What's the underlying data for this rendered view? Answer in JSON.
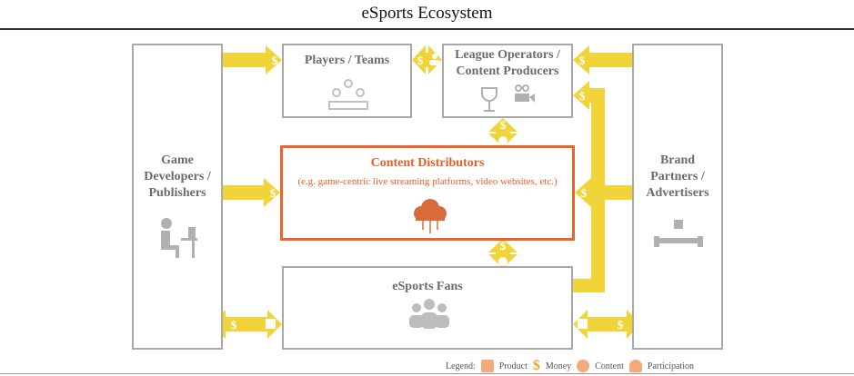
{
  "title": "eSports Ecosystem",
  "nodes": {
    "developers": "Game Developers / Publishers",
    "players": "Players / Teams",
    "league": "League Operators / Content Producers",
    "distributors": "Content Distributors",
    "distributors_sub": "(e.g. game-centric live streaming platforms, video websites, etc.)",
    "brands": "Brand Partners / Advertisers",
    "fans": "eSports Fans"
  },
  "legend": {
    "label": "Legend:",
    "items": [
      "Product",
      "Money",
      "Content",
      "Participation"
    ]
  },
  "colors": {
    "flow": "#f0d43a",
    "accent": "#e8662c",
    "legend_icon": "#f4a97a",
    "box": "#a8a8a8"
  }
}
